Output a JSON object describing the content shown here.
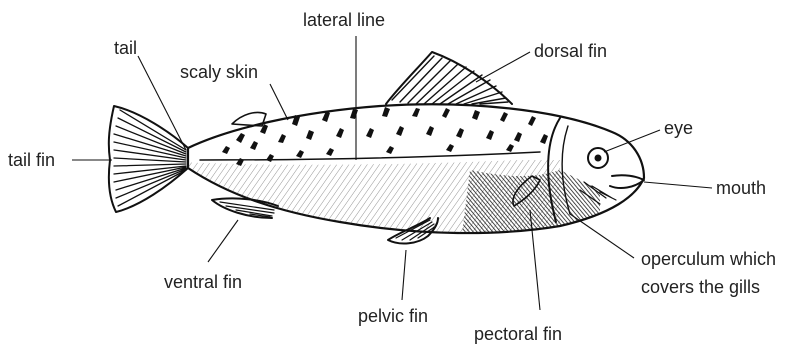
{
  "labels": {
    "lateral_line": "lateral line",
    "tail": "tail",
    "scaly_skin": "scaly skin",
    "dorsal_fin": "dorsal fin",
    "eye": "eye",
    "tail_fin": "tail fin",
    "mouth": "mouth",
    "operculum_line1": "operculum which",
    "operculum_line2": "covers the gills",
    "ventral_fin": "ventral fin",
    "pelvic_fin": "pelvic fin",
    "pectoral_fin": "pectoral fin"
  },
  "colors": {
    "ink": "#111111",
    "text": "#222222",
    "background": "#ffffff"
  }
}
